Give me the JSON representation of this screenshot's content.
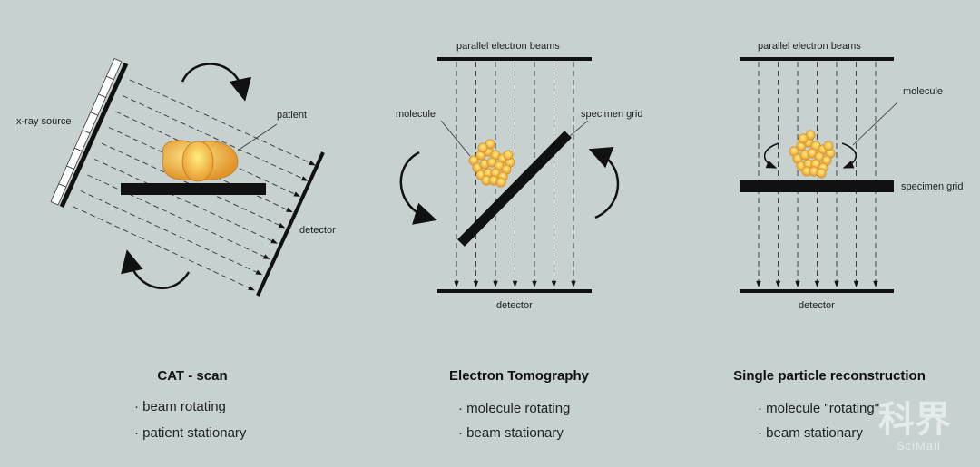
{
  "panels": [
    {
      "title": "CAT - scan",
      "bullets": [
        "beam rotating",
        "patient stationary"
      ],
      "labels": {
        "source": "x-ray source",
        "subject": "patient",
        "detector": "detector"
      }
    },
    {
      "title": "Electron Tomography",
      "bullets": [
        "molecule rotating",
        "beam stationary"
      ],
      "labels": {
        "beams": "parallel electron beams",
        "subject": "molecule",
        "grid": "specimen grid",
        "detector": "detector"
      }
    },
    {
      "title": "Single particle reconstruction",
      "bullets": [
        "molecule \"rotating\"",
        "beam stationary"
      ],
      "labels": {
        "beams": "parallel electron beams",
        "subject": "molecule",
        "grid": "specimen grid",
        "detector": "detector"
      }
    }
  ],
  "watermark": {
    "cn": "科界",
    "en": "SciMall"
  },
  "colors": {
    "background": "#c6d1d0",
    "molecule": "#f2b640",
    "patient": "#f0a040"
  }
}
